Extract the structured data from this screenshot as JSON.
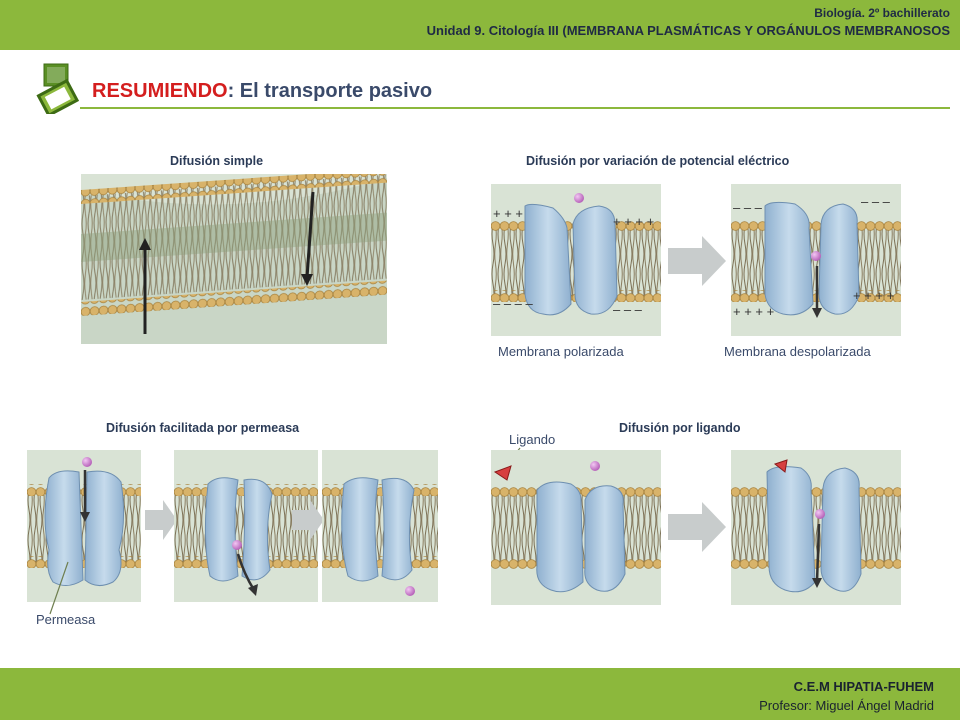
{
  "header": {
    "course": "Biología. 2º bachillerato",
    "unit": "Unidad 9. Citología III (MEMBRANA PLASMÁTICAS Y ORGÁNULOS MEMBRANOSOS"
  },
  "title": {
    "accent": "RESUMIENDO",
    "rest": ": El transporte pasivo"
  },
  "sections": {
    "simple": "Difusión simple",
    "voltage": "Difusión por variación de potencial eléctrico",
    "facilitated": "Difusión facilitada por permeasa",
    "ligand": "Difusión por ligando"
  },
  "captions": {
    "polarized": "Membrana polarizada",
    "depolarized": "Membrana despolarizada"
  },
  "callouts": {
    "permease": "Permeasa",
    "ligand": "Ligando"
  },
  "footer": {
    "school": "C.E.M HIPATIA-FUHEM",
    "teacher": "Profesor: Miguel Ángel Madrid"
  },
  "colors": {
    "bar": "#8cb83c",
    "accent": "#d41e1e",
    "protein": "#a9c4dc",
    "lipid_head": "#d8b36a",
    "solute": "#c576c8"
  }
}
